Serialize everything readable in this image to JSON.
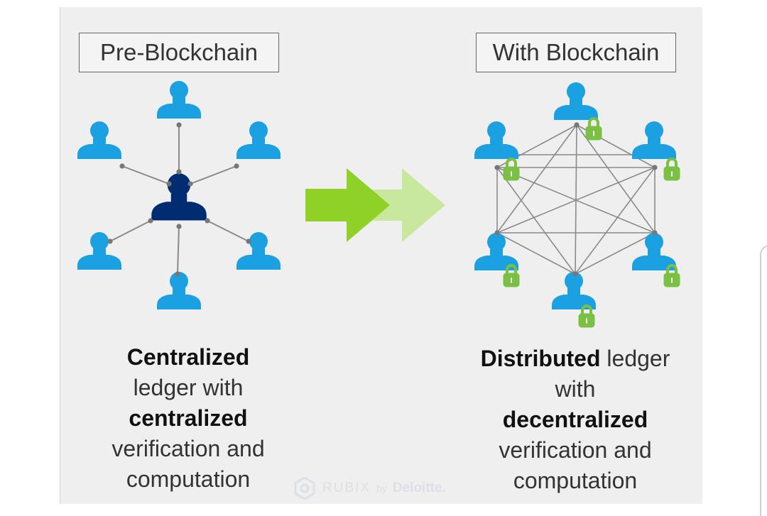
{
  "left": {
    "label": "Pre-Blockchain",
    "caption": [
      "Centralized",
      "ledger with",
      "centralized",
      "verification and",
      "computation"
    ]
  },
  "right": {
    "label": "With Blockchain",
    "caption_line1_bold": "Distributed",
    "caption_line1_rest": " ledger",
    "caption": [
      "with",
      "decentralized",
      "verification and",
      "computation"
    ]
  },
  "watermark": {
    "brand_left": "RUBIX",
    "by": "by",
    "brand_right": "Deloitte."
  },
  "colors": {
    "user_light": "#1ba1e2",
    "user_dark": "#002d72",
    "lock": "#7ac143",
    "arrow_front": "#8fd127",
    "arrow_back": "#c7e89d",
    "line": "#8a8a8a"
  },
  "icons": [
    "user-icon",
    "central-user-icon",
    "lock-icon",
    "arrow-icon"
  ]
}
